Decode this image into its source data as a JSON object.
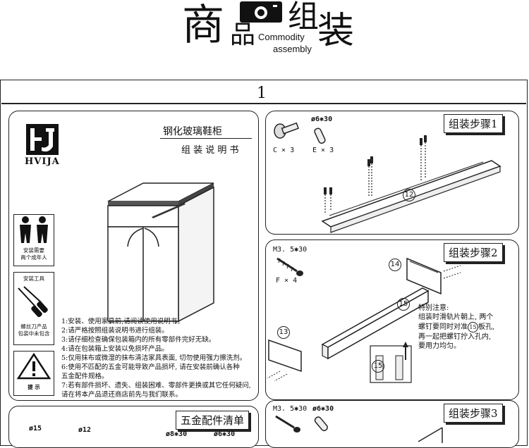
{
  "header": {
    "char_shang": "商",
    "char_pin": "品",
    "char_zu": "组",
    "char_zhuang": "装",
    "en_line1": "Commodity",
    "en_line2": "assembly"
  },
  "sheet": {
    "page_number": "1",
    "intro": {
      "logo_text": "HVIJA",
      "product_name": "钢化玻璃鞋柜",
      "subtitle": "组 装 说 明 书",
      "people_caption_1": "安装需要",
      "people_caption_2": "两个成年人",
      "tools_title": "安装工具",
      "tools_caption_1": "螺丝刀产品",
      "tools_caption_2": "包装中未包含",
      "warning_caption": "提  示",
      "notes": [
        "1:安装、使用家具前,请阅读使用说明书。",
        "2:请严格按照组装说明书进行组装。",
        "3:请仔细检查确保包装箱内的所有零部件完好无缺。",
        "4:请在包装箱上安装以免损坏产品。",
        "5:仅用抹布或微湿的抹布清洁家具表面, 切勿使用强力擦洗剂。",
        "6:使用不匹配的五金可能导致产品损坏, 请在安装前确认各种",
        "   五金配件规格。",
        "7:若有部件损坏、遗失、组装困难、零部件更换或其它任何疑问,",
        "   请在将本产品退还商店前先与我们联系。"
      ]
    },
    "step1": {
      "title": "组装步骤1",
      "dowel_label": "ø6✱30",
      "count_c": "C × 3",
      "count_e": "E × 3",
      "part_no": "12"
    },
    "step2": {
      "title": "组装步骤2",
      "screw_label": "M3. 5✱30",
      "count_f": "F × 4",
      "part_14": "14",
      "part_15": "15",
      "part_13": "13",
      "part_15b": "15",
      "note_title": "特别注意:",
      "note_lines": [
        "组装时滑轨片朝上, 两个",
        "螺钉要同时对准",
        "板孔,",
        "再一起把螺钉拧入孔内,",
        "要用力均匀。"
      ],
      "note_part": "15"
    },
    "hardware": {
      "title": "五金配件清单",
      "size_1": "ø15",
      "size_2": "ø12",
      "size_3": "ø8✱30",
      "size_4": "ø6✱30"
    },
    "step3": {
      "title": "组装步骤3",
      "screw_label": "M3. 5✱30",
      "dowel_label": "ø6✱30"
    }
  }
}
